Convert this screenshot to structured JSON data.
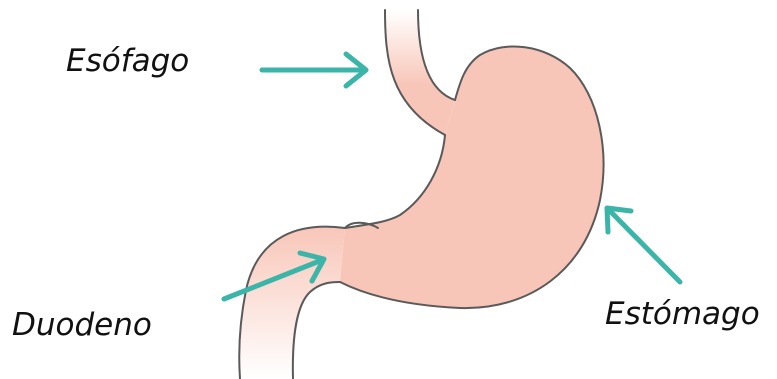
{
  "labels": {
    "esofago": "Esófago",
    "duodeno": "Duodeno",
    "estomago": "Estómago"
  },
  "colors": {
    "organ_fill": "#f8c6b8",
    "organ_outline": "#5a5a5a",
    "arrow": "#3bb5a8",
    "text": "#111111"
  }
}
